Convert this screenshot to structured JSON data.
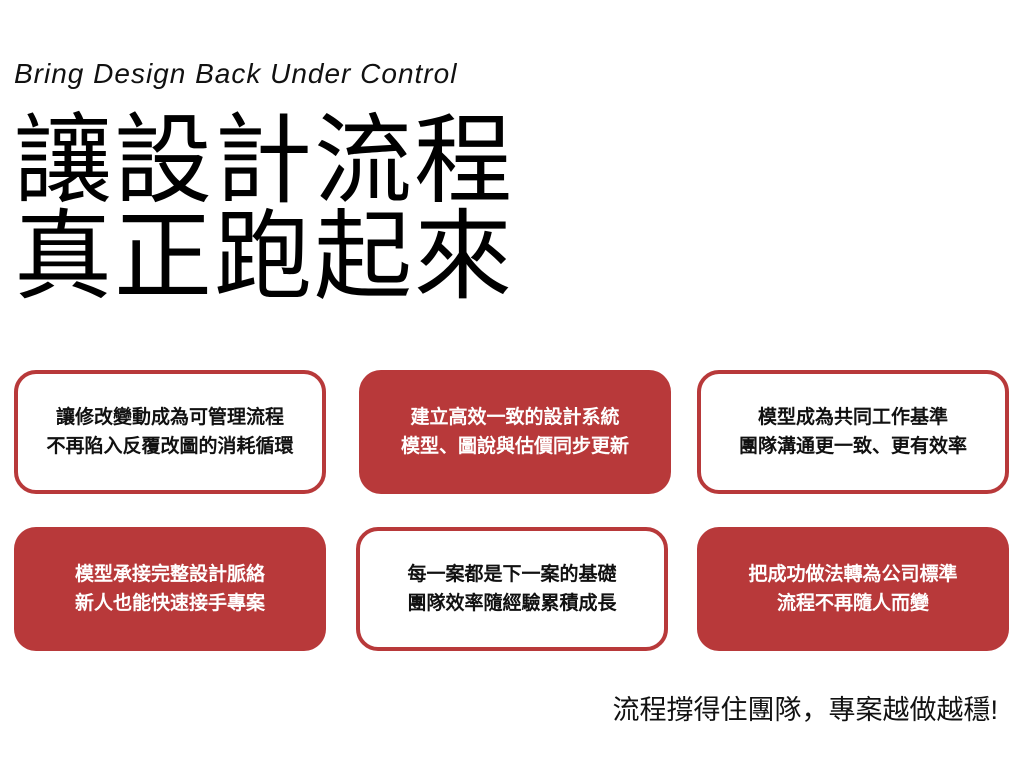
{
  "header": {
    "subtitle": "Bring Design Back Under Control",
    "title_line1": "讓設計流程",
    "title_line2": "真正跑起來"
  },
  "cards": [
    {
      "line1": "讓修改變動成為可管理流程",
      "line2": "不再陷入反覆改圖的消耗循環",
      "style": "outline"
    },
    {
      "line1": "建立高效一致的設計系統",
      "line2": "模型、圖說與估價同步更新",
      "style": "filled"
    },
    {
      "line1": "模型成為共同工作基準",
      "line2": "團隊溝通更一致、更有效率",
      "style": "outline"
    },
    {
      "line1": "模型承接完整設計脈絡",
      "line2": "新人也能快速接手專案",
      "style": "filled"
    },
    {
      "line1": "每一案都是下一案的基礎",
      "line2": "團隊效率隨經驗累積成長",
      "style": "outline"
    },
    {
      "line1": "把成功做法轉為公司標準",
      "line2": "流程不再隨人而變",
      "style": "filled"
    }
  ],
  "tagline": "流程撐得住團隊，專案越做越穩!",
  "colors": {
    "accent": "#b8393a"
  }
}
